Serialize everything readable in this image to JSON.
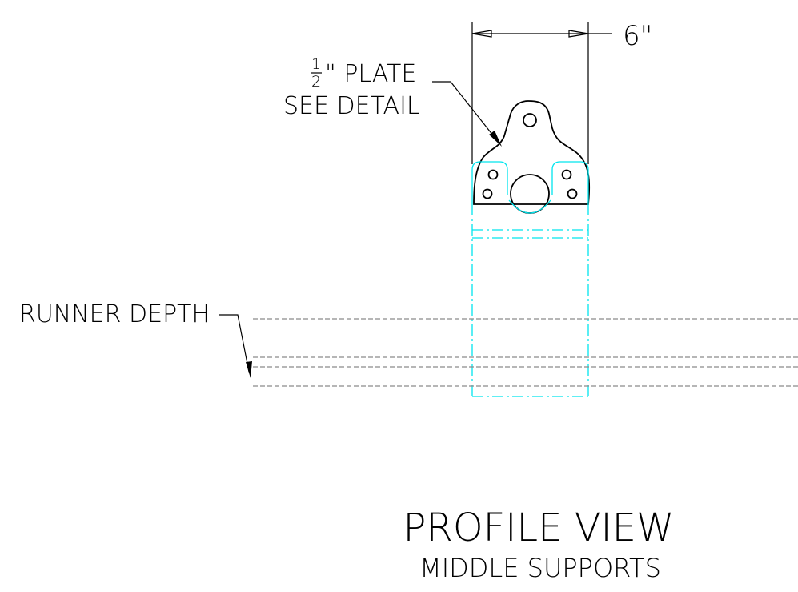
{
  "dimension": {
    "width_label": "6\""
  },
  "plate_callout": {
    "fraction_numerator": "1",
    "fraction_denominator": "2",
    "line1_suffix": "\" PLATE",
    "line2": "SEE DETAIL"
  },
  "runner_callout": {
    "label": "RUNNER DEPTH"
  },
  "title_block": {
    "title": "PROFILE VIEW",
    "subtitle": "MIDDLE SUPPORTS"
  },
  "colors": {
    "object_lines": "#000000",
    "support_outline": "#00e5ee",
    "hidden_lines": "#8a8a8a",
    "background": "#ffffff"
  }
}
